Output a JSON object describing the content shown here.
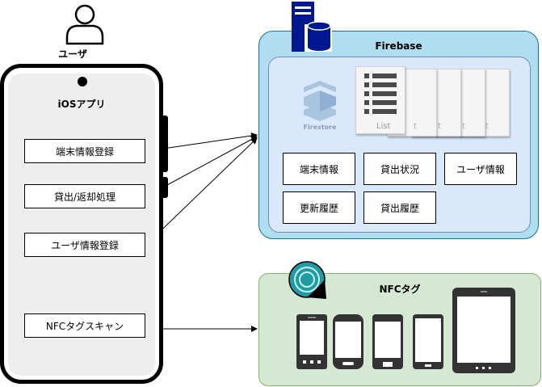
{
  "user": {
    "label": "ユーザ"
  },
  "ios_app": {
    "title": "iOSアプリ",
    "items": [
      "端末情報登録",
      "貸出/返却処理",
      "ユーザ情報登録",
      "NFCタグスキャン"
    ]
  },
  "firebase": {
    "title": "Firebase",
    "firestore_label": "Firestore",
    "list_label": "List",
    "collections": [
      "端末情報",
      "貸出状況",
      "ユーザ情報",
      "更新履歴",
      "貸出履歴"
    ]
  },
  "nfc": {
    "title": "NFCタグ"
  },
  "colors": {
    "firebase_outer": "#b1ddf0",
    "firebase_inner": "#dae8fc",
    "nfc_box": "#d5e8d4",
    "server_icon": "#00188f",
    "phone_screen": "#eeeeee"
  },
  "icons": [
    "user-icon",
    "server-database-icon",
    "firestore-icon",
    "list-icon",
    "nfc-tag-icon",
    "device-icon"
  ]
}
